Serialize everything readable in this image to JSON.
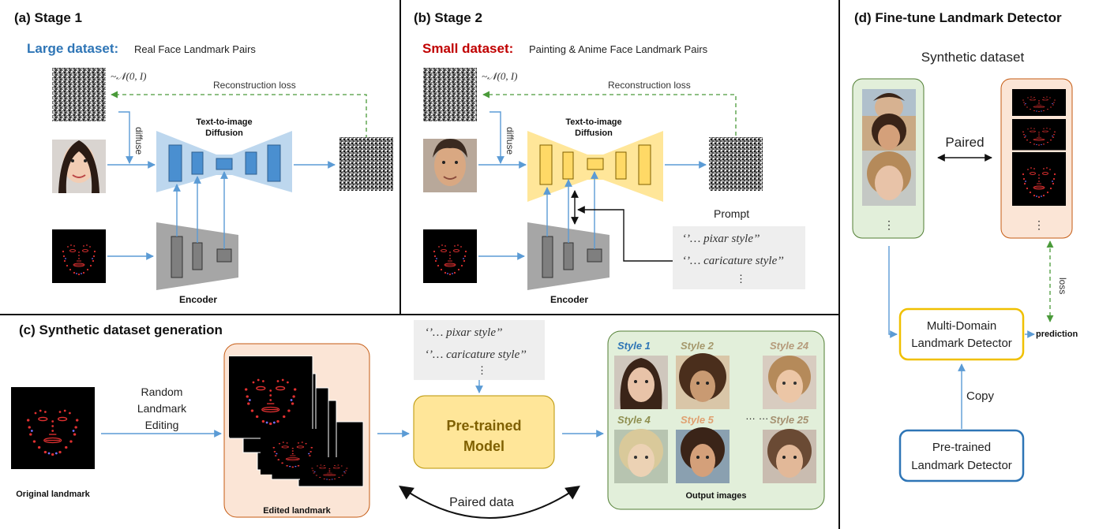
{
  "panels": {
    "a": {
      "title": "(a) Stage 1",
      "dataset_label": "Large dataset:",
      "dataset_desc": "Real Face Landmark Pairs",
      "noise_label": "~𝒩(0, I)",
      "reconstruction": "Reconstruction loss",
      "diffuse": "diffuse",
      "model_title_1": "Text-to-image",
      "model_title_2": "Diffusion",
      "encoder": "Encoder"
    },
    "b": {
      "title": "(b) Stage 2",
      "dataset_label": "Small dataset:",
      "dataset_desc": "Painting & Anime Face Landmark Pairs",
      "noise_label": "~𝒩(0, I)",
      "reconstruction": "Reconstruction loss",
      "diffuse": "diffuse",
      "model_title_1": "Text-to-image",
      "model_title_2": "Diffusion",
      "encoder": "Encoder",
      "prompt_title": "Prompt",
      "prompt_1": "‘’… pixar style’’",
      "prompt_2": "‘’… caricature style’’",
      "prompt_dots": "⋮"
    },
    "c": {
      "title": "(c) Synthetic dataset generation",
      "original": "Original landmark",
      "random_1": "Random",
      "random_2": "Landmark",
      "random_3": "Editing",
      "edited": "Edited landmark",
      "prompt_1": "‘’… pixar style’’",
      "prompt_2": "‘’… caricature style’’",
      "prompt_dots": "⋮",
      "model_1": "Pre-trained",
      "model_2": "Model",
      "paired": "Paired data",
      "output": "Output images",
      "styles": [
        "Style 1",
        "Style 2",
        "Style 24",
        "Style 4",
        "Style 5",
        "Style 25"
      ],
      "style_dots": "… …"
    },
    "d": {
      "title": "(d) Fine-tune Landmark Detector",
      "synthetic": "Synthetic dataset",
      "paired": "Paired",
      "dots": "⋮",
      "loss": "loss",
      "prediction": "prediction",
      "multi_1": "Multi-Domain",
      "multi_2": "Landmark Detector",
      "copy": "Copy",
      "pre_1": "Pre-trained",
      "pre_2": "Landmark Detector"
    }
  },
  "colors": {
    "large_dataset": "#2e75b6",
    "small_dataset": "#c00000",
    "arrow": "#5b9bd5",
    "loss_arrow": "#4a9a3a",
    "stage1_unet": "#bdd7ee",
    "stage1_blocks": "#4a8fd0",
    "stage2_unet": "#ffe699",
    "stage2_blocks": "#ffd966",
    "encoder": "#a6a6a6",
    "edited_panel": "#fbe5d6",
    "output_panel": "#e2efda",
    "pretrained_model": "#ffe699",
    "style_colors": [
      "#2e75b6",
      "#a5986c",
      "#b59a7a",
      "#8f8f50",
      "#e0a070",
      "#a59070"
    ]
  }
}
